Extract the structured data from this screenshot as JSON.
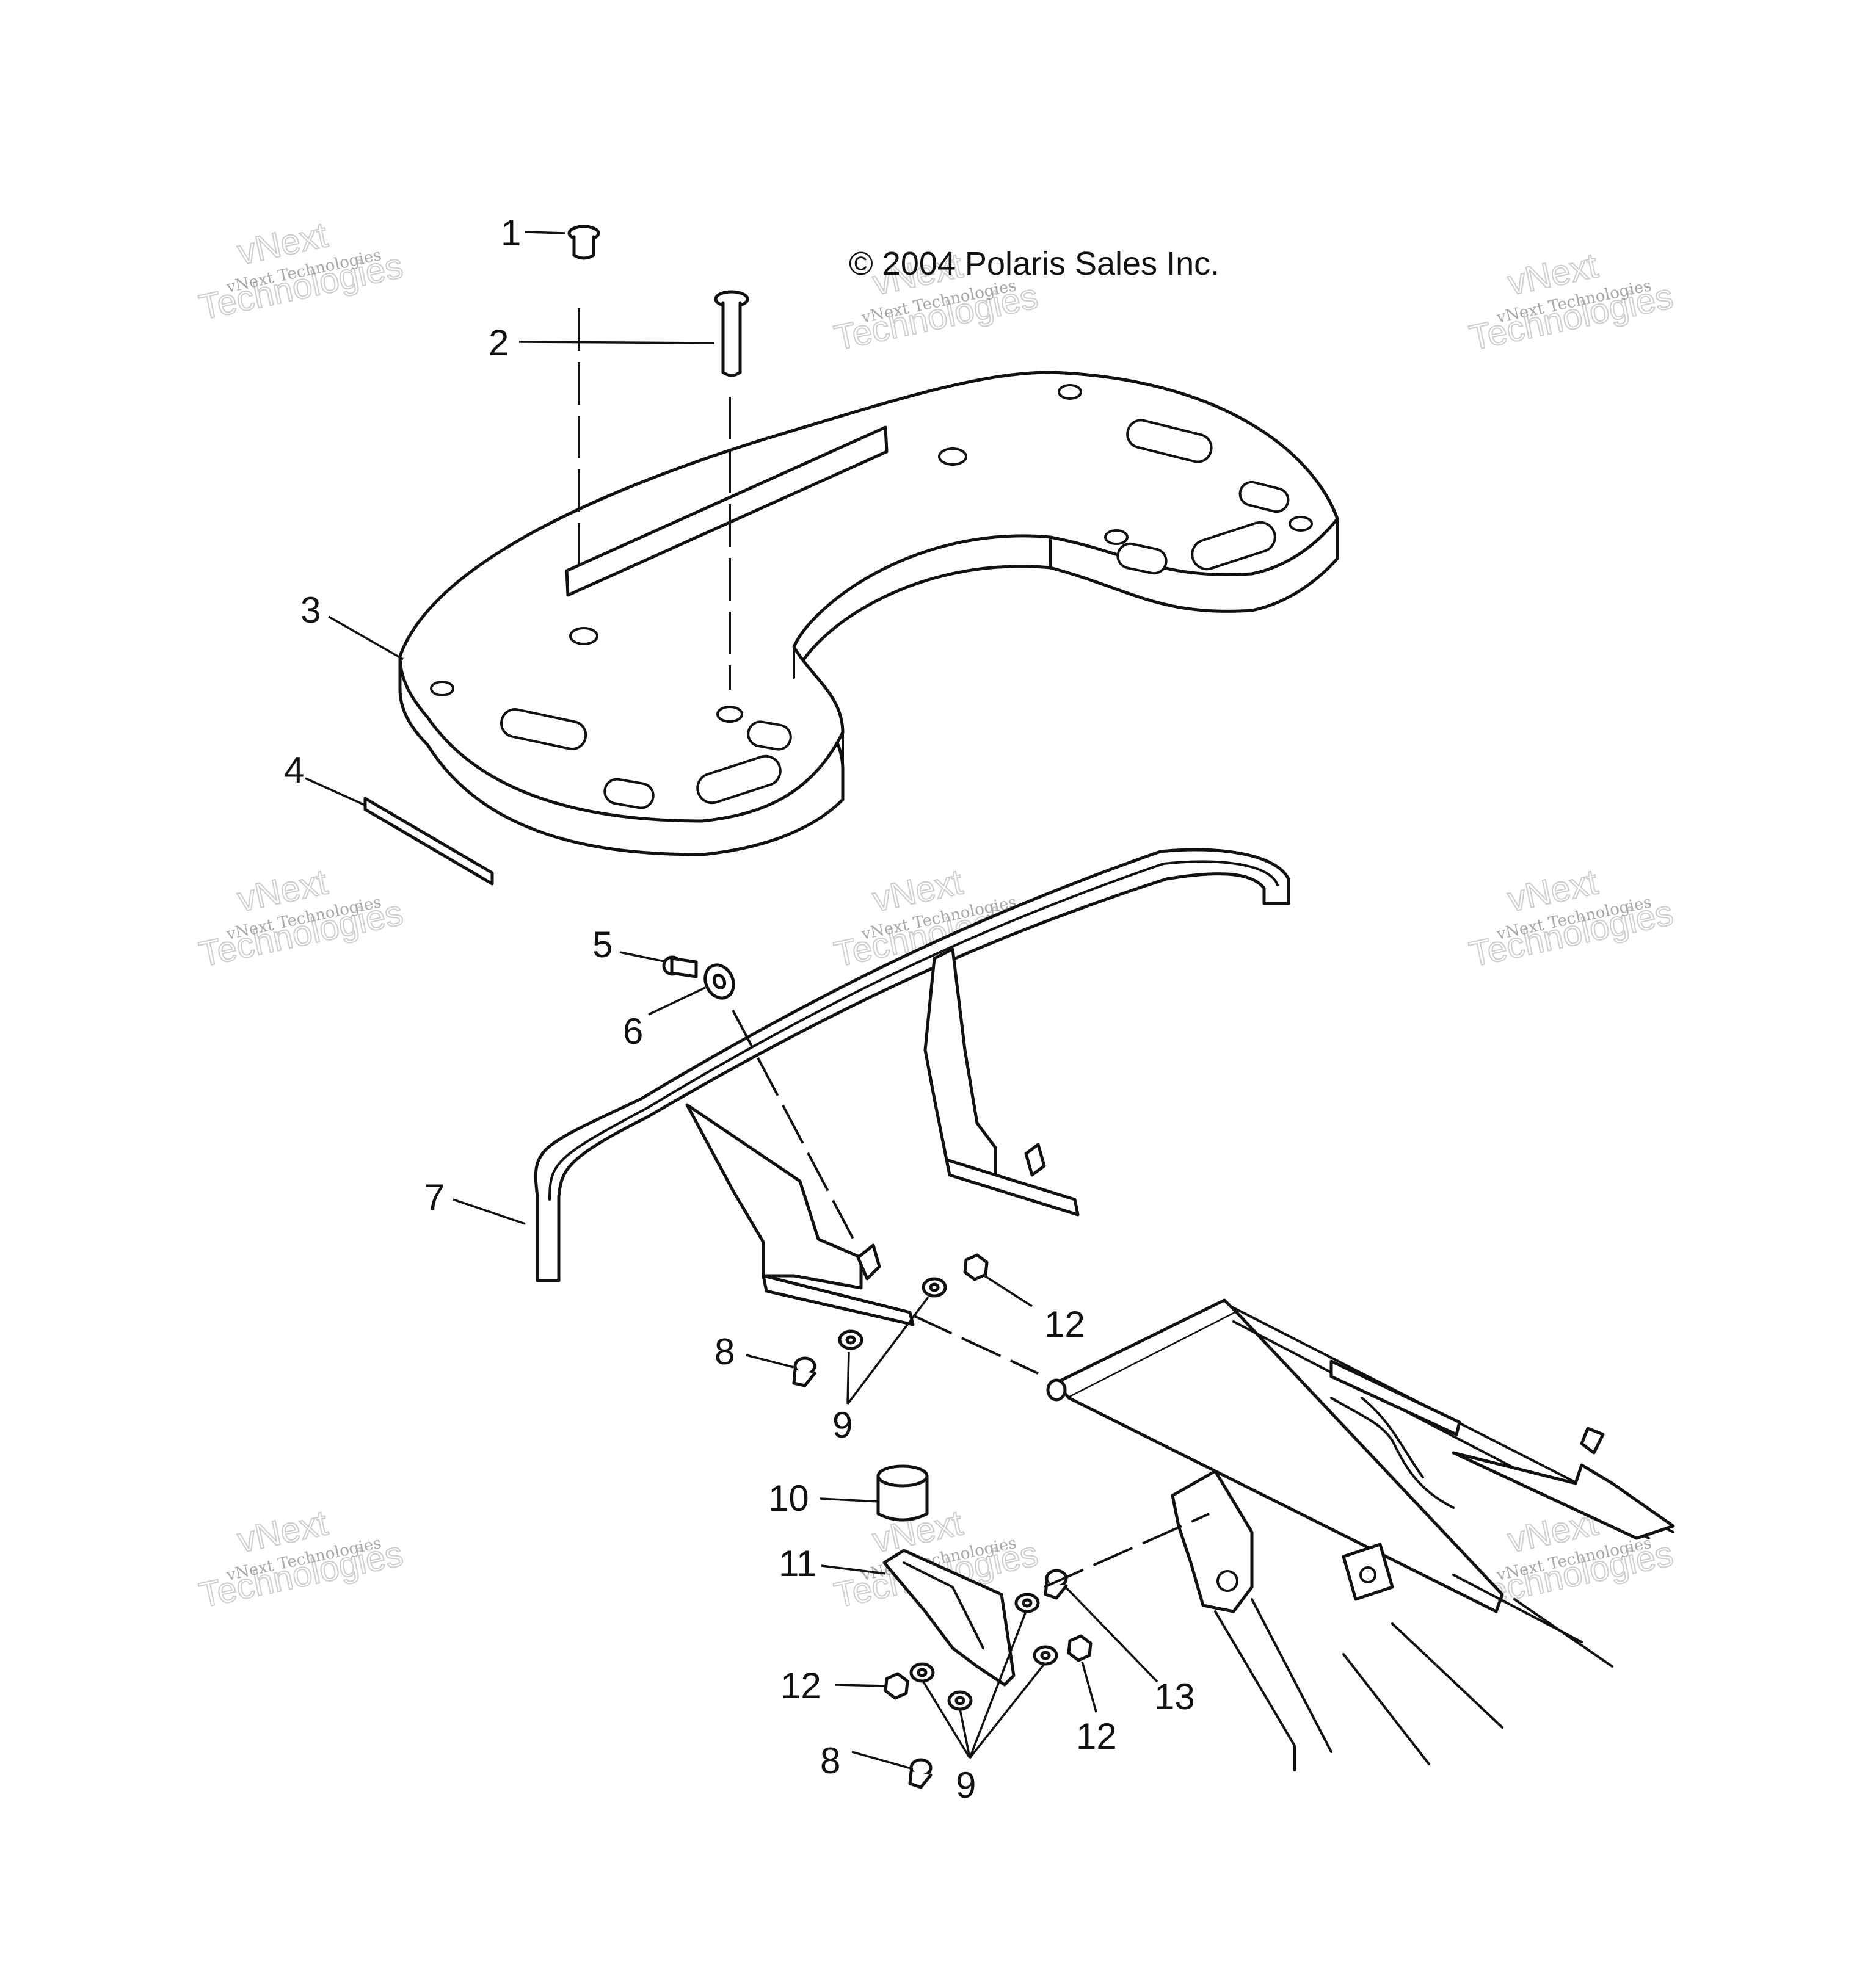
{
  "copyright": "© 2004 Polaris Sales Inc.",
  "watermark": {
    "line1": "vNext Technologies",
    "big_top": "vNext",
    "big_bottom": "Technologies"
  },
  "callouts": {
    "c1": "1",
    "c2": "2",
    "c3": "3",
    "c4": "4",
    "c5": "5",
    "c6": "6",
    "c7": "7",
    "c8a": "8",
    "c8b": "8",
    "c9a": "9",
    "c9b": "9",
    "c10": "10",
    "c11": "11",
    "c12a": "12",
    "c12b": "12",
    "c12c": "12",
    "c13": "13"
  }
}
